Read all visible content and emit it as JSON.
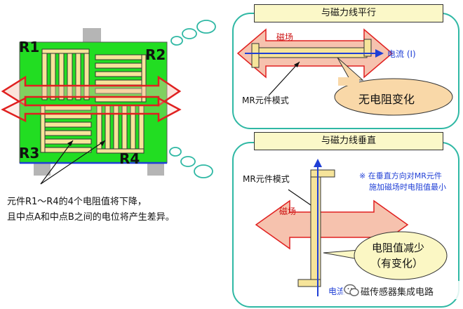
{
  "chip": {
    "labels": {
      "r1": "R1",
      "r2": "R2",
      "r3": "R3",
      "r4": "R4"
    }
  },
  "caption": {
    "line1": "元件R1～R4的4个电阻值将下降，",
    "line2": "且中点A和中点B之间的电位将产生差异。"
  },
  "panel_parallel": {
    "title": "与磁力线平行",
    "field_label": "磁场",
    "current_label": "电流 (I)",
    "mr_label": "MR元件模式",
    "bubble": "无电阻变化"
  },
  "panel_perpendicular": {
    "title": "与磁力线垂直",
    "mr_label": "MR元件模式",
    "note_line1": "※ 在垂直方向对MR元件",
    "note_line2": "施加磁场时电阻值最小",
    "field_label": "磁场",
    "bubble_line1": "电阻值减少",
    "bubble_line2": "（有变化）",
    "current_label": "电流 (I)"
  },
  "watermark": "磁传感器集成电路",
  "colors": {
    "chip_green": "#22dd22",
    "resistor_fill": "#f6e49a",
    "arrow_red": "#e02020",
    "arrow_fill": "#f6c2ae",
    "current_blue": "#1f3fd6",
    "panel_border": "#2fb8a4",
    "title_fill": "#fbf8c8",
    "bubble_fill": "#f9d8a8",
    "bubble2_fill": "#fbf7c4"
  }
}
